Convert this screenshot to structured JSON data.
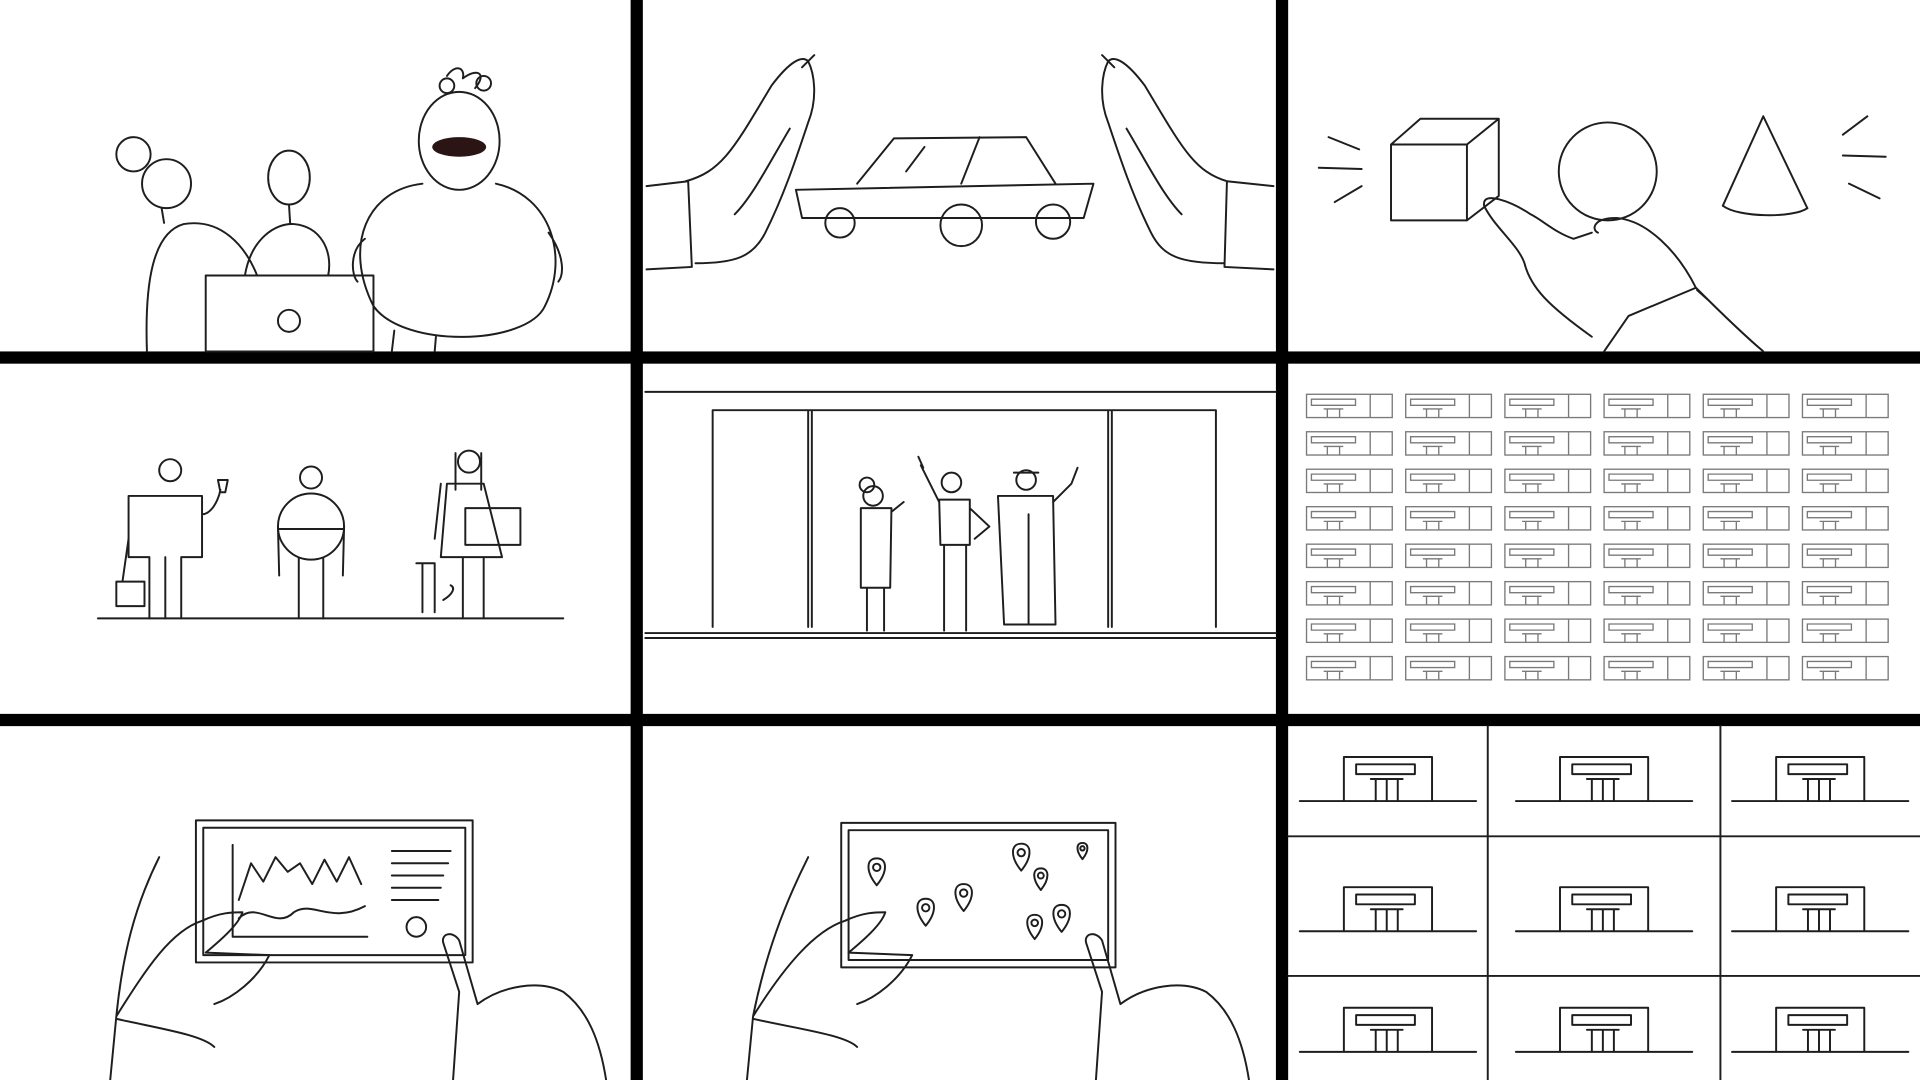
{
  "storyboard": {
    "layout": {
      "columns": 3,
      "rows": 3
    },
    "colors": {
      "gutter": "#000000",
      "panel": "#ffffff",
      "line": "#1e1e1e",
      "mustache": "#2a1414",
      "grid_tile": "#7a7a7a"
    },
    "panels": [
      {
        "id": "team-at-laptop"
      },
      {
        "id": "hands-framing-car"
      },
      {
        "id": "hand-choosing-shapes"
      },
      {
        "id": "three-workers-standing"
      },
      {
        "id": "people-waving-in-doorway"
      },
      {
        "id": "storefront-grid-48"
      },
      {
        "id": "tablet-with-chart"
      },
      {
        "id": "tablet-with-map-pins"
      },
      {
        "id": "storefront-grid-9"
      }
    ],
    "storefront_grid_48": {
      "columns": 6,
      "rows": 8
    },
    "storefront_grid_9": {
      "columns": 3,
      "rows": 3
    }
  }
}
